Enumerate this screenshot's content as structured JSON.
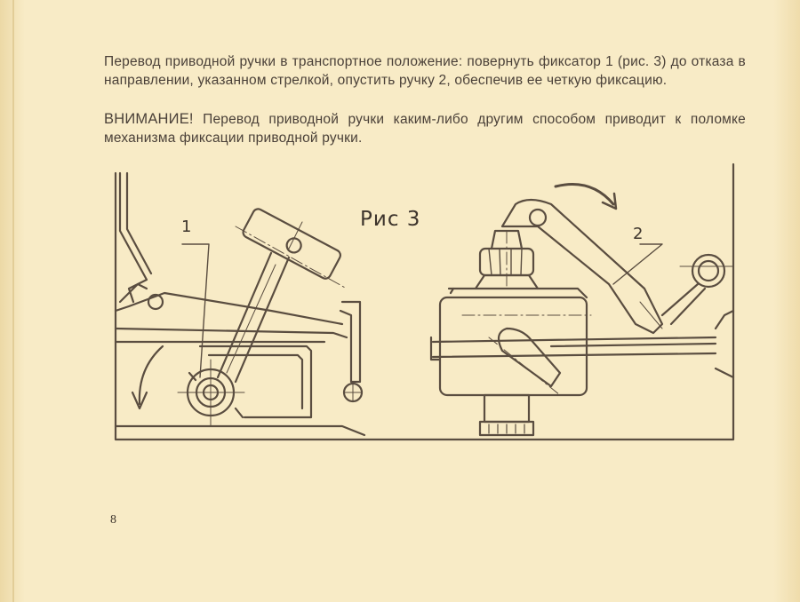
{
  "text": {
    "paragraph1": "Перевод приводной ручки в транспортное положение: повернуть фиксатор 1 (рис. 3) до отказа в направлении, указанном стрелкой, опустить ручку 2, обеспечив ее четкую фиксацию.",
    "warning_label": "ВНИМАНИЕ!",
    "warning_text": " Перевод приводной ручки каким-либо другим способом приводит к поломке механизма фиксации приводной ручки."
  },
  "figure": {
    "caption": "Рис 3",
    "callout_1": "1",
    "callout_2": "2"
  },
  "page_number": "8"
}
